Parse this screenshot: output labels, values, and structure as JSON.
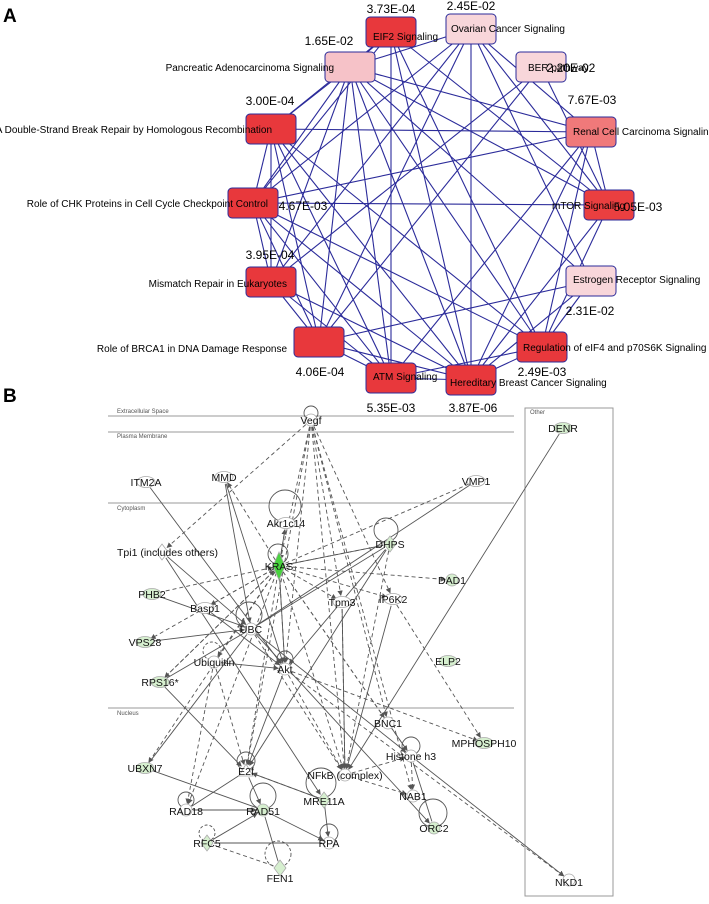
{
  "panel_a": {
    "label": "A",
    "pathways": [
      {
        "name": "EIF2 Signaling",
        "pvalue": "3.73E-04",
        "color": "#e8383c"
      },
      {
        "name": "Ovarian Cancer Signaling",
        "pvalue": "2.45E-02",
        "color": "#f8d6da"
      },
      {
        "name": "BER pathway",
        "pvalue": "2.20E-02",
        "color": "#f8d6da"
      },
      {
        "name": "Renal Cell Carcinoma Signaling",
        "pvalue": "7.67E-03",
        "color": "#f0797a"
      },
      {
        "name": "mTOR Signaling",
        "pvalue": "5.05E-03",
        "color": "#ea3f40"
      },
      {
        "name": "Estrogen Receptor Signaling",
        "pvalue": "2.31E-02",
        "color": "#f8d6da"
      },
      {
        "name": "Regulation of eIF4 and p70S6K Signaling",
        "pvalue": "2.49E-03",
        "color": "#e8383c"
      },
      {
        "name": "Hereditary Breast Cancer Signaling",
        "pvalue": "3.87E-06",
        "color": "#e8383c"
      },
      {
        "name": "ATM Signaling",
        "pvalue": "5.35E-03",
        "color": "#e8383c"
      },
      {
        "name": "Role of BRCA1 in DNA Damage Response",
        "pvalue": "4.06E-04",
        "color": "#e8383c"
      },
      {
        "name": "Mismatch Repair in Eukaryotes",
        "pvalue": "3.95E-04",
        "color": "#e8383c"
      },
      {
        "name": "Role of CHK Proteins in Cell Cycle Checkpoint Control",
        "pvalue": "4.67E-03",
        "color": "#e8383c"
      },
      {
        "name": "DNA Double-Strand Break Repair by Homologous Recombination",
        "pvalue": "3.00E-04",
        "color": "#e8383c"
      },
      {
        "name": "Pancreatic Adenocarcinoma Signaling",
        "pvalue": "1.65E-02",
        "color": "#f6c2c8"
      }
    ],
    "edge_color": "#2b2b9a"
  },
  "panel_b": {
    "label": "B",
    "regions": [
      "Extracellular Space",
      "Plasma Membrane",
      "Cytoplasm",
      "Nucleus"
    ],
    "other_label": "Other",
    "molecules": [
      "Vegf",
      "ITM2A",
      "MMD",
      "VMP1",
      "DENR",
      "Akr1c14",
      "DHPS",
      "KRAS",
      "Tpi1 (includes others)",
      "DAD1",
      "PHB2",
      "Basp1",
      "Tpm3",
      "IP6K2",
      "UBC",
      "VPS28",
      "Ubiquitin",
      "Akt",
      "ELP2",
      "RPS16*",
      "BNC1",
      "NFkB (complex)",
      "MPHOSPH10",
      "Histone h3",
      "UBXN7",
      "E2f",
      "RAD18",
      "RAD51",
      "MRE11A",
      "NAB1",
      "ORC2",
      "RFC5",
      "RPA",
      "FEN1",
      "NKD1"
    ]
  }
}
